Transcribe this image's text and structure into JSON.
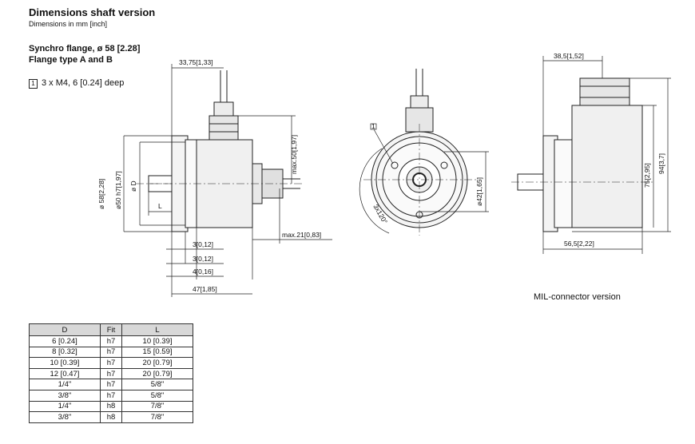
{
  "header": {
    "title": "Dimensions shaft version",
    "subtitle": "Dimensions in mm [inch]"
  },
  "flange": {
    "line1": "Synchro flange, ø 58 [2.28]",
    "line2": "Flange type A and B"
  },
  "note": {
    "marker": "1",
    "text": "3 x M4, 6 [0.24] deep"
  },
  "side_view": {
    "dim_top": "33,75",
    "dim_top_in": "1,33",
    "dim_dia58": "ø 58",
    "dim_dia58_in": "2,28",
    "dim_dia50": "ø50 h7",
    "dim_dia50_in": "1,97",
    "dim_D": "ø D",
    "dim_L": "L",
    "dim_max50": "max.50",
    "dim_max50_in": "1,97",
    "dim_max21": "max.21",
    "dim_max21_in": "0,83",
    "dim_3a": "3",
    "dim_3a_in": "0,12",
    "dim_3b": "3",
    "dim_3b_in": "0,12",
    "dim_4": "4",
    "dim_4_in": "0,16",
    "dim_47": "47",
    "dim_47_in": "1,85"
  },
  "front_view": {
    "marker": "1",
    "dim_dia42": "ø42",
    "dim_dia42_in": "1,65",
    "dim_angle": "3x120°"
  },
  "mil_view": {
    "dim_top": "38,5",
    "dim_top_in": "1,52",
    "dim_75": "75",
    "dim_75_in": "2,95",
    "dim_94": "94",
    "dim_94_in": "3,7",
    "dim_bottom": "56,5",
    "dim_bottom_in": "2,22",
    "caption": "MIL-connector version"
  },
  "table": {
    "headers": [
      "D",
      "Fit",
      "L"
    ],
    "rows": [
      [
        "6 [0.24]",
        "h7",
        "10 [0.39]"
      ],
      [
        "8 [0.32]",
        "h7",
        "15 [0.59]"
      ],
      [
        "10 [0.39]",
        "h7",
        "20 [0.79]"
      ],
      [
        "12 [0.47]",
        "h7",
        "20 [0.79]"
      ],
      [
        "1/4\"",
        "h7",
        "5/8\""
      ],
      [
        "3/8\"",
        "h7",
        "5/8\""
      ],
      [
        "1/4\"",
        "h8",
        "7/8\""
      ],
      [
        "3/8\"",
        "h8",
        "7/8\""
      ]
    ]
  }
}
